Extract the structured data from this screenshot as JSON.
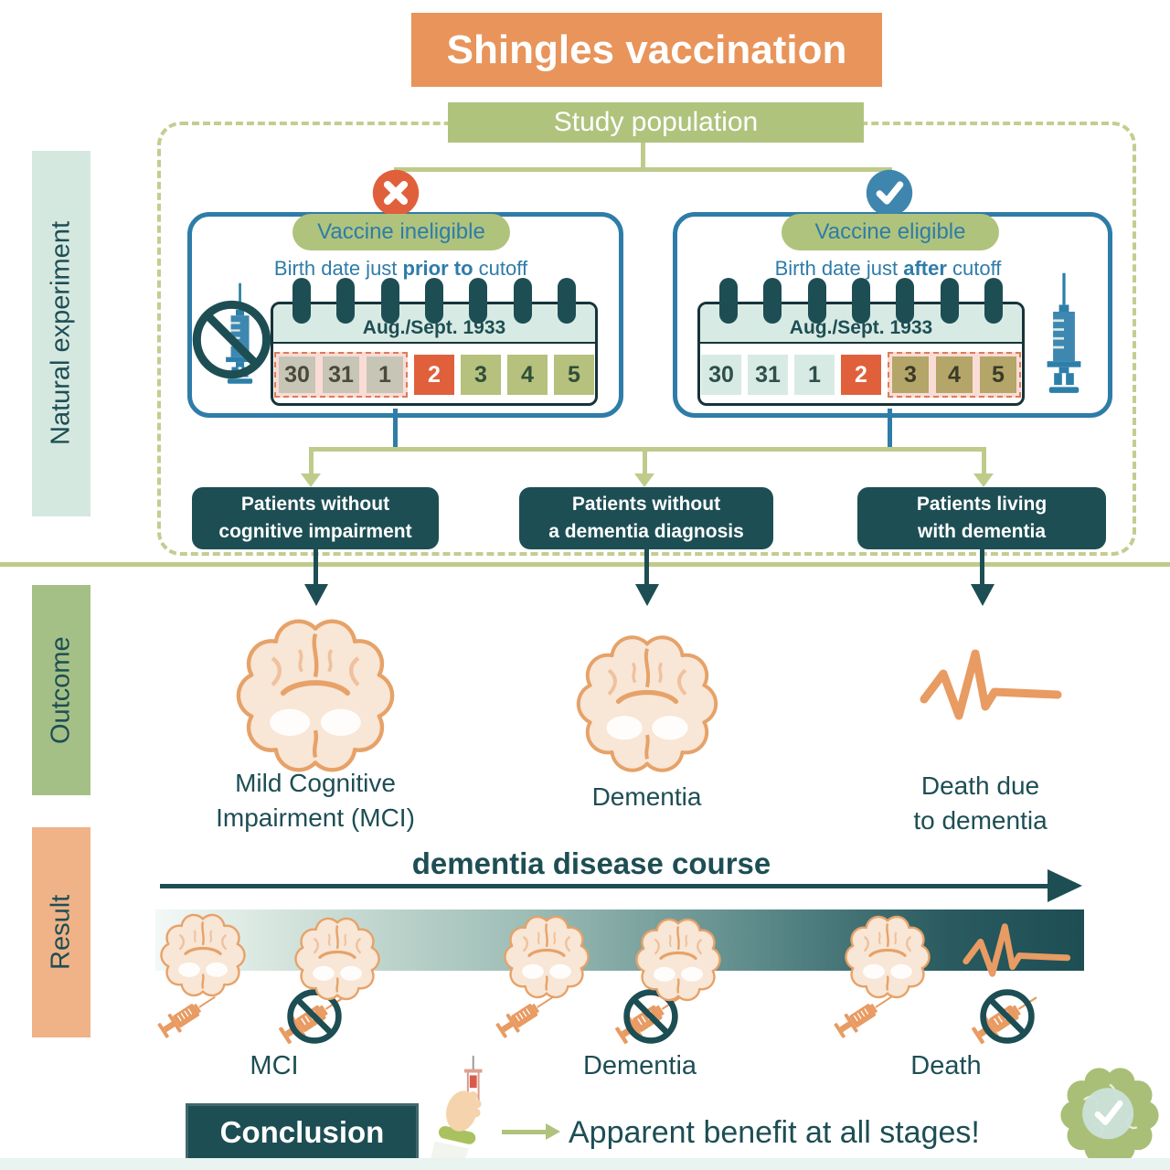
{
  "title": "Shingles vaccination",
  "banners": {
    "study_population": "Study population"
  },
  "sidebar": {
    "natural_experiment": "Natural experiment",
    "outcome": "Outcome",
    "result": "Result"
  },
  "ineligible": {
    "status_icon": "x-circle-icon",
    "pill": "Vaccine ineligible",
    "subtitle_pre": "Birth date just ",
    "subtitle_bold": "prior to",
    "subtitle_post": " cutoff",
    "side_icon": "prohibited-syringe-icon",
    "calendar": {
      "header": "Aug./Sept. 1933",
      "dates": [
        "30",
        "31",
        "1",
        "2",
        "3",
        "4",
        "5"
      ]
    }
  },
  "eligible": {
    "status_icon": "check-circle-icon",
    "pill": "Vaccine eligible",
    "subtitle_pre": "Birth date just ",
    "subtitle_bold": "after",
    "subtitle_post": " cutoff",
    "side_icon": "syringe-icon",
    "calendar": {
      "header": "Aug./Sept. 1933",
      "dates": [
        "30",
        "31",
        "1",
        "2",
        "3",
        "4",
        "5"
      ]
    }
  },
  "cohorts": [
    {
      "line1": "Patients without",
      "line2": "cognitive impairment"
    },
    {
      "line1": "Patients without",
      "line2": "a dementia diagnosis"
    },
    {
      "line1": "Patients living",
      "line2": "with dementia"
    }
  ],
  "outcomes": [
    {
      "icon": "brain-coronal-icon",
      "line1": "Mild Cognitive",
      "line2": "Impairment (MCI)"
    },
    {
      "icon": "brain-coronal-icon",
      "line1": "Dementia",
      "line2": ""
    },
    {
      "icon": "ekg-flatline-icon",
      "line1": "Death due",
      "line2": "to dementia"
    }
  ],
  "result": {
    "course_title": "dementia disease course",
    "stages": [
      "MCI",
      "Dementia",
      "Death"
    ]
  },
  "conclusion": {
    "label": "Conclusion",
    "hand_icon": "hand-holding-syringe-icon",
    "text": "Apparent benefit at all stages!",
    "badge_icon": "brain-check-icon"
  },
  "colors": {
    "accent_orange": "#E8945B",
    "status_red_orange": "#E0603C",
    "status_blue": "#3E86AE",
    "olive_green": "#AFC37D",
    "dark_teal": "#1D4E54",
    "link_blue": "#2E7CA8",
    "light_teal": "#D8EAE4",
    "result_orange": "#E89B62",
    "sidebar_outcome_green": "#A5C086",
    "sidebar_result_orange": "#F0B287"
  }
}
